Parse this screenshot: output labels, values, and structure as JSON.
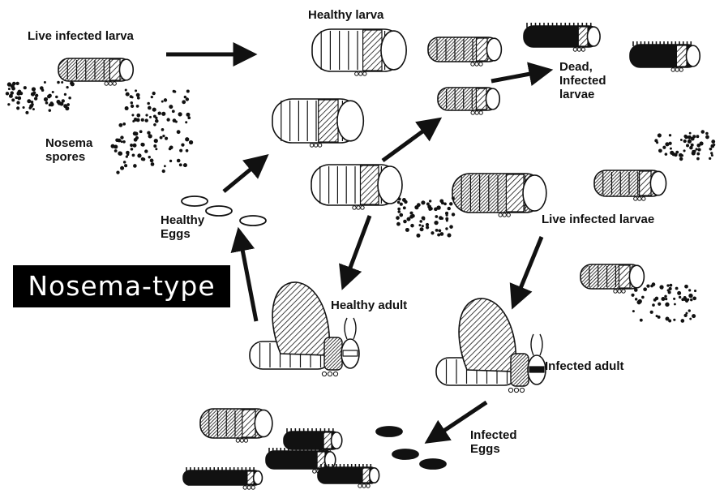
{
  "title": "Nosema-type",
  "labels": {
    "live_infected_larva": "Live infected larva",
    "healthy_larva": "Healthy larva",
    "nosema_spores": [
      "Nosema",
      "spores"
    ],
    "dead_infected_larvae": [
      "Dead,",
      "Infected",
      "larvae"
    ],
    "healthy_eggs": [
      "Healthy",
      "Eggs"
    ],
    "live_infected_larvae": "Live infected larvae",
    "healthy_adult": "Healthy adult",
    "infected_adult": "Infected adult",
    "infected_eggs": [
      "Infected",
      "Eggs"
    ]
  },
  "colors": {
    "ink": "#111111",
    "background": "#ffffff",
    "banner_bg": "#000000",
    "banner_text": "#ffffff"
  }
}
